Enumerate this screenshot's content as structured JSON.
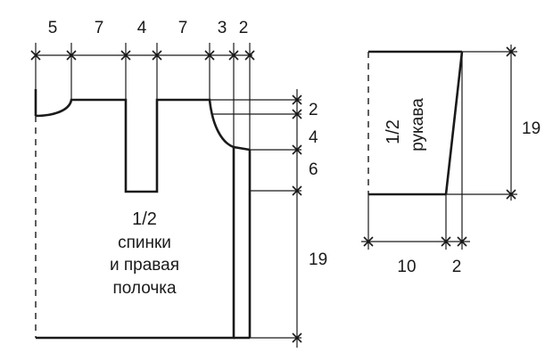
{
  "pattern": {
    "back_piece": {
      "label_fraction": "1/2",
      "label_line1": "спинки",
      "label_line2": "и правая",
      "label_line3": "полочка",
      "top_widths": [
        "5",
        "7",
        "4",
        "7",
        "3",
        "2"
      ],
      "right_heights": [
        "2",
        "4",
        "6",
        "19"
      ]
    },
    "sleeve_piece": {
      "label_fraction": "1/2",
      "label_word": "рукава",
      "height": "19",
      "bottom_widths": [
        "10",
        "2"
      ]
    }
  }
}
